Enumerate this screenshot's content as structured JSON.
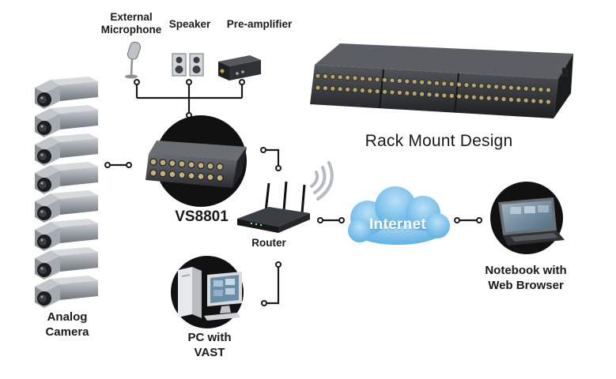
{
  "labels": {
    "external_microphone": "External\nMicrophone",
    "speaker": "Speaker",
    "pre_amplifier": "Pre-amplifier",
    "rack_mount": "Rack Mount Design",
    "model": "VS8801",
    "router": "Router",
    "internet": "Internet",
    "notebook": "Notebook with\nWeb Browser",
    "pc": "PC with\nVAST",
    "analog_camera": "Analog\nCamera"
  },
  "camera_count": 8,
  "colors": {
    "device_dark": "#2b2d30",
    "cloud": "#7fc0ea",
    "circle_bg": "#111111",
    "camera_body": "#9aa0a6",
    "line": "#1a1a1a"
  }
}
